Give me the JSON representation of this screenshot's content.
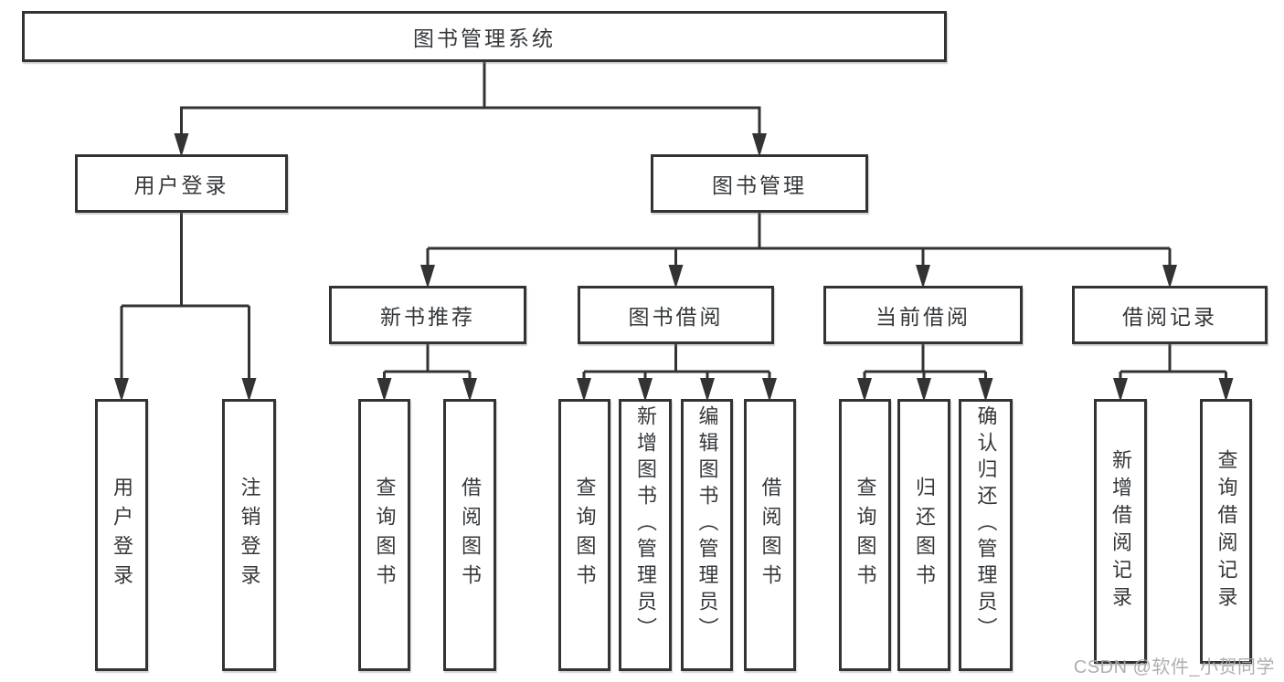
{
  "colors": {
    "line": "#333333",
    "text": "#35383b",
    "background": "#ffffff",
    "watermark": "#a8a8a8"
  },
  "watermark": {
    "text": "CSDN @软件_小贺同学"
  },
  "tree": {
    "label": "图书管理系统",
    "children": [
      {
        "label": "用户登录",
        "children": [
          {
            "label": "用户登录"
          },
          {
            "label": "注销登录"
          }
        ]
      },
      {
        "label": "图书管理",
        "children": [
          {
            "label": "新书推荐",
            "children": [
              {
                "label": "查询图书"
              },
              {
                "label": "借阅图书"
              }
            ]
          },
          {
            "label": "图书借阅",
            "children": [
              {
                "label": "查询图书"
              },
              {
                "label": "新增图书（管理员）"
              },
              {
                "label": "编辑图书（管理员）"
              },
              {
                "label": "借阅图书"
              }
            ]
          },
          {
            "label": "当前借阅",
            "children": [
              {
                "label": "查询图书"
              },
              {
                "label": "归还图书"
              },
              {
                "label": "确认归还（管理员）"
              }
            ]
          },
          {
            "label": "借阅记录",
            "children": [
              {
                "label": "新增借阅记录"
              },
              {
                "label": "查询借阅记录"
              }
            ]
          }
        ]
      }
    ]
  }
}
